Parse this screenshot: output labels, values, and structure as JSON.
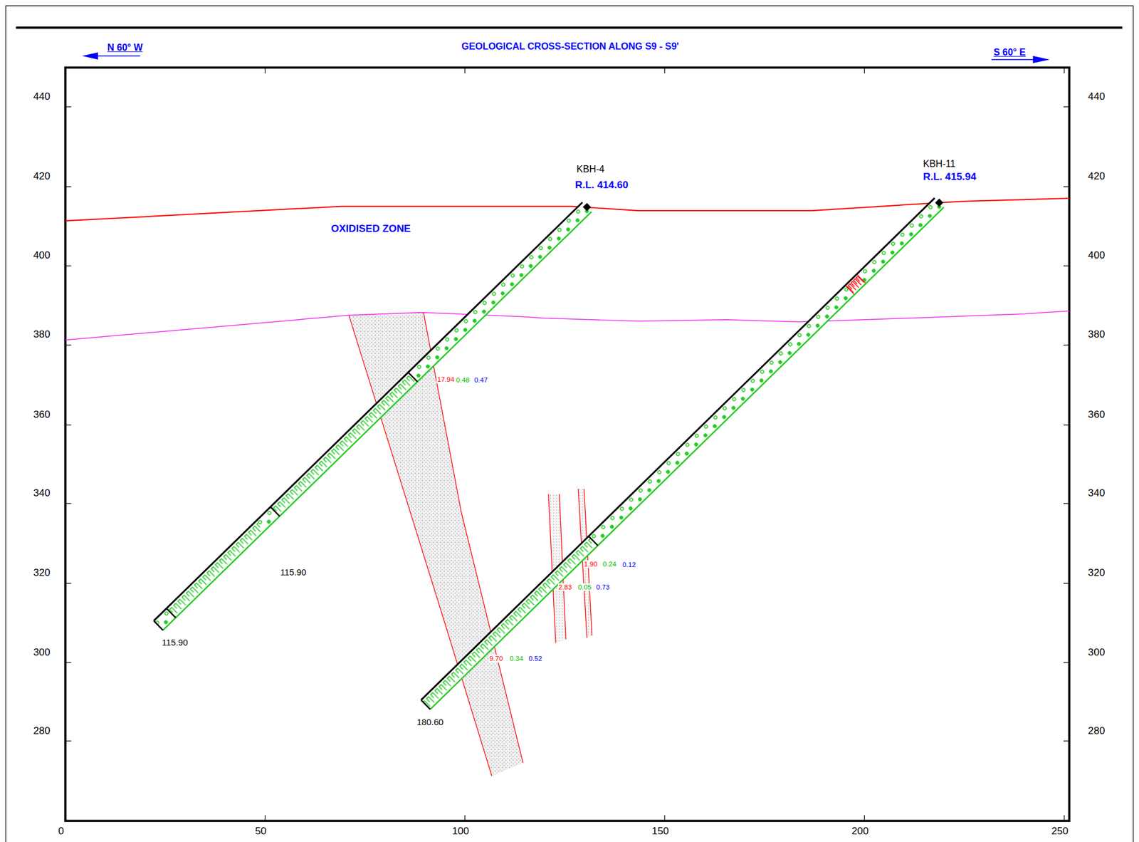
{
  "diagram": {
    "title": "GEOLOGICAL CROSS-SECTION  ALONG S9 - S9'",
    "labels": [
      "N 60° W",
      "S 60° E",
      "KBH-4",
      "R.L. 414.60",
      "KBH-11",
      "R.L. 415.94",
      "OXIDISED ZONE",
      "17.94",
      "0.48",
      "0.47",
      "115.90",
      "115.90",
      "1.90",
      "0.24",
      "0.12",
      "2.83",
      "0.05",
      "0.73",
      "9.70",
      "0.34",
      "0.52",
      "180.60",
      "440",
      "420",
      "400",
      "380",
      "360",
      "340",
      "320",
      "300",
      "280",
      "440",
      "420",
      "400",
      "380",
      "360",
      "340",
      "320",
      "300",
      "280",
      "0",
      "50",
      "100",
      "150",
      "200",
      "250"
    ]
  }
}
